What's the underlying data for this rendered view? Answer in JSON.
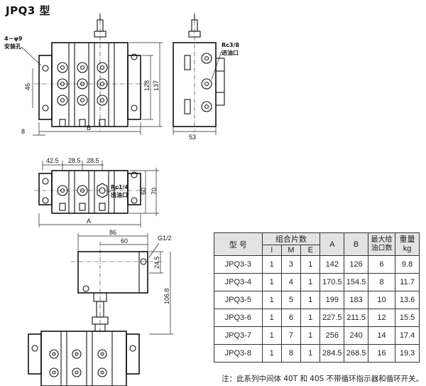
{
  "title": "JPQ3 型",
  "drawing": {
    "front_view": {
      "hole_label_line1": "4－φ9",
      "hole_label_line2": "安装孔",
      "dim_46": "46",
      "dim_8": "8",
      "dim_B": "B",
      "dim_128": "128",
      "dim_137": "137"
    },
    "side_view": {
      "port_label_line1": "Rc3/8",
      "port_label_line2": "进油口",
      "dim_53": "53"
    },
    "top_view": {
      "dim_42_5": "42.5",
      "dim_28_5_a": "28.5",
      "dim_28_5_b": "28.5",
      "outlet_label_line1": "Rc1/4",
      "outlet_label_line2": "出油口",
      "dim_60": "60",
      "dim_70": "70",
      "dim_A": "A"
    },
    "bottom_view": {
      "dim_86": "86",
      "dim_60": "60",
      "dim_G1_2": "G1/2",
      "dim_24_5": "24.5",
      "dim_106_8": "106.8"
    }
  },
  "table": {
    "headers": {
      "model": "型  号",
      "group": "组合片数",
      "sub_I": "I",
      "sub_M": "M",
      "sub_E": "E",
      "A": "A",
      "B": "B",
      "max_ports": "最大给油口数",
      "weight_line1": "重量",
      "weight_line2": "kg"
    },
    "rows": [
      {
        "model": "JPQ3-3",
        "I": "1",
        "M": "3",
        "E": "1",
        "A": "142",
        "B": "126",
        "ports": "6",
        "kg": "9.8"
      },
      {
        "model": "JPQ3-4",
        "I": "1",
        "M": "4",
        "E": "1",
        "A": "170.5",
        "B": "154.5",
        "ports": "8",
        "kg": "11.7"
      },
      {
        "model": "JPQ3-5",
        "I": "1",
        "M": "5",
        "E": "1",
        "A": "199",
        "B": "183",
        "ports": "10",
        "kg": "13.6"
      },
      {
        "model": "JPQ3-6",
        "I": "1",
        "M": "6",
        "E": "1",
        "A": "227.5",
        "B": "211.5",
        "ports": "12",
        "kg": "15.5"
      },
      {
        "model": "JPQ3-7",
        "I": "1",
        "M": "7",
        "E": "1",
        "A": "256",
        "B": "240",
        "ports": "14",
        "kg": "17.4"
      },
      {
        "model": "JPQ3-8",
        "I": "1",
        "M": "8",
        "E": "1",
        "A": "284.5",
        "B": "268.5",
        "ports": "16",
        "kg": "19.3"
      }
    ]
  },
  "note": "注：此系列中间体 40T 和 40S 不带循环指示器和循环开关。"
}
